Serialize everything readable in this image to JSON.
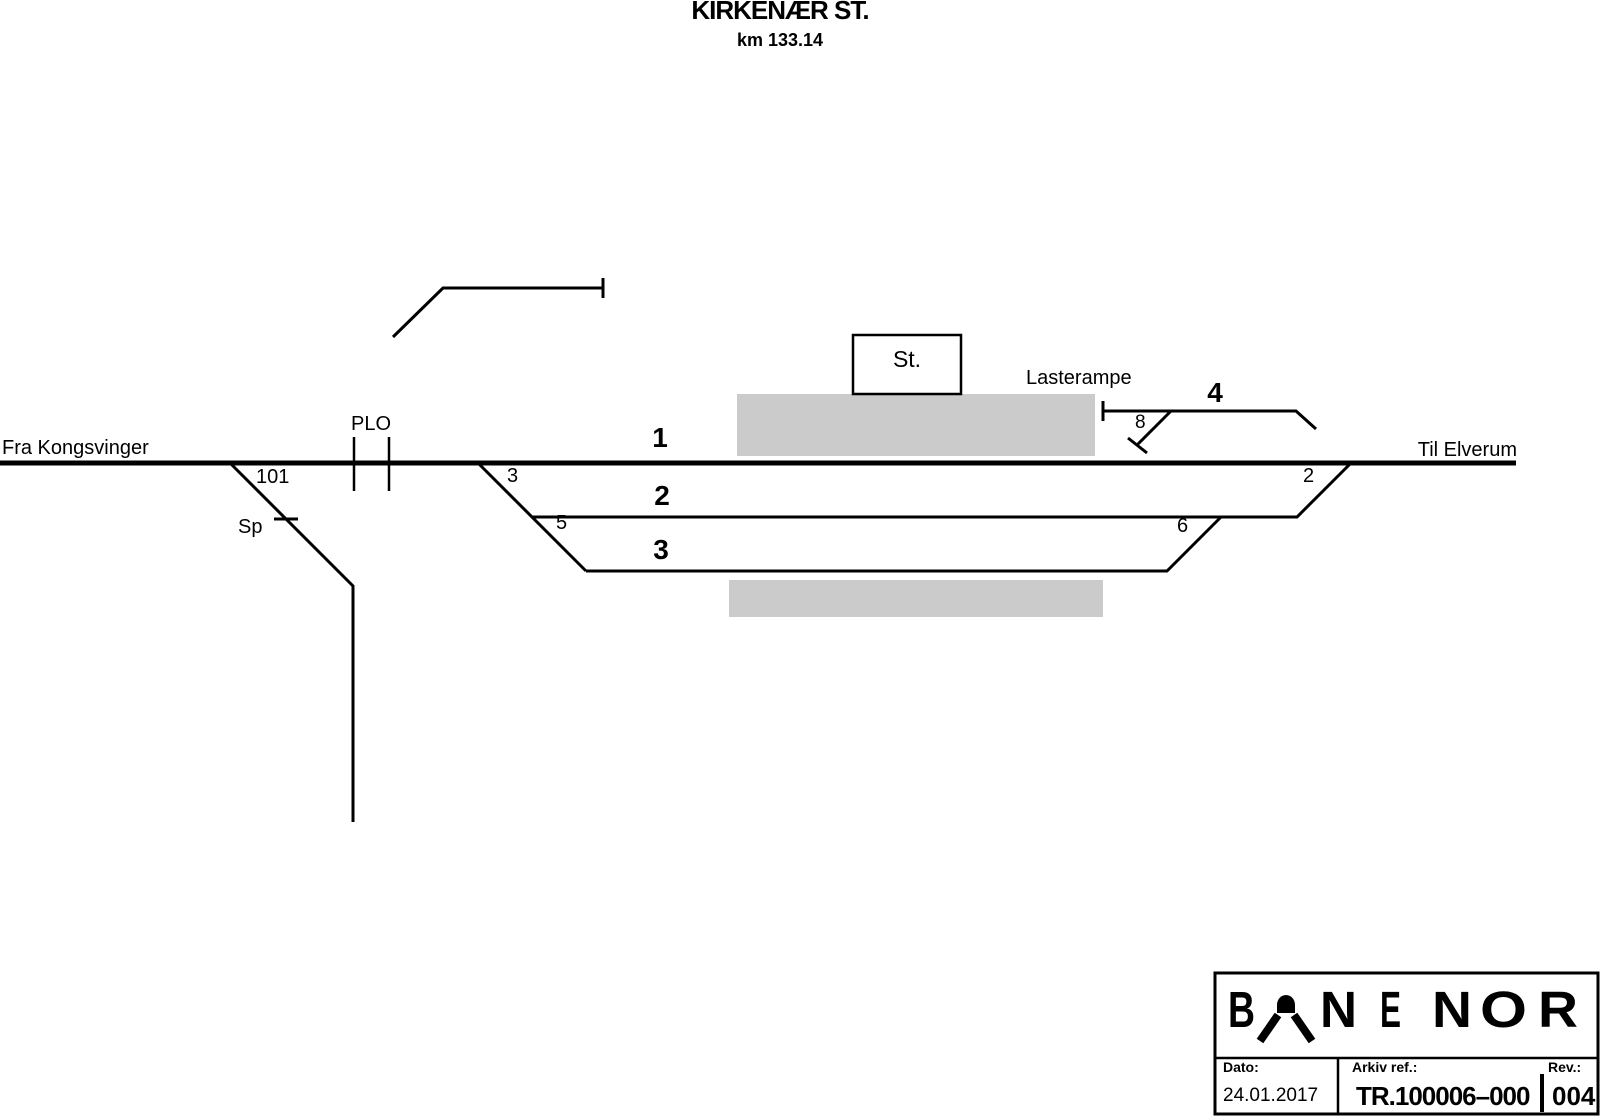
{
  "header": {
    "station_name": "KIRKENÆR ST.",
    "km": "km 133.14"
  },
  "directions": {
    "from": "Fra Kongsvinger",
    "to": "Til Elverum"
  },
  "track_labels": {
    "track1": "1",
    "track2": "2",
    "track3": "3",
    "track4": "4"
  },
  "switch_labels": {
    "s101": "101",
    "s3": "3",
    "s5": "5",
    "s2": "2",
    "s6": "6",
    "s8": "8"
  },
  "annotations": {
    "plo": "PLO",
    "sp": "Sp",
    "station_building": "St.",
    "lasterampe": "Lasterampe"
  },
  "title_block": {
    "logo_letters": [
      "B",
      "N",
      "E",
      "N",
      "O",
      "R"
    ],
    "date_label": "Dato:",
    "date_value": "24.01.2017",
    "archive_label": "Arkiv ref.:",
    "archive_value": "TR.100006–000",
    "rev_label": "Rev.:",
    "rev_value": "004"
  },
  "colors": {
    "line": "#000000",
    "platform": "#cbcbcb",
    "background": "#ffffff"
  }
}
